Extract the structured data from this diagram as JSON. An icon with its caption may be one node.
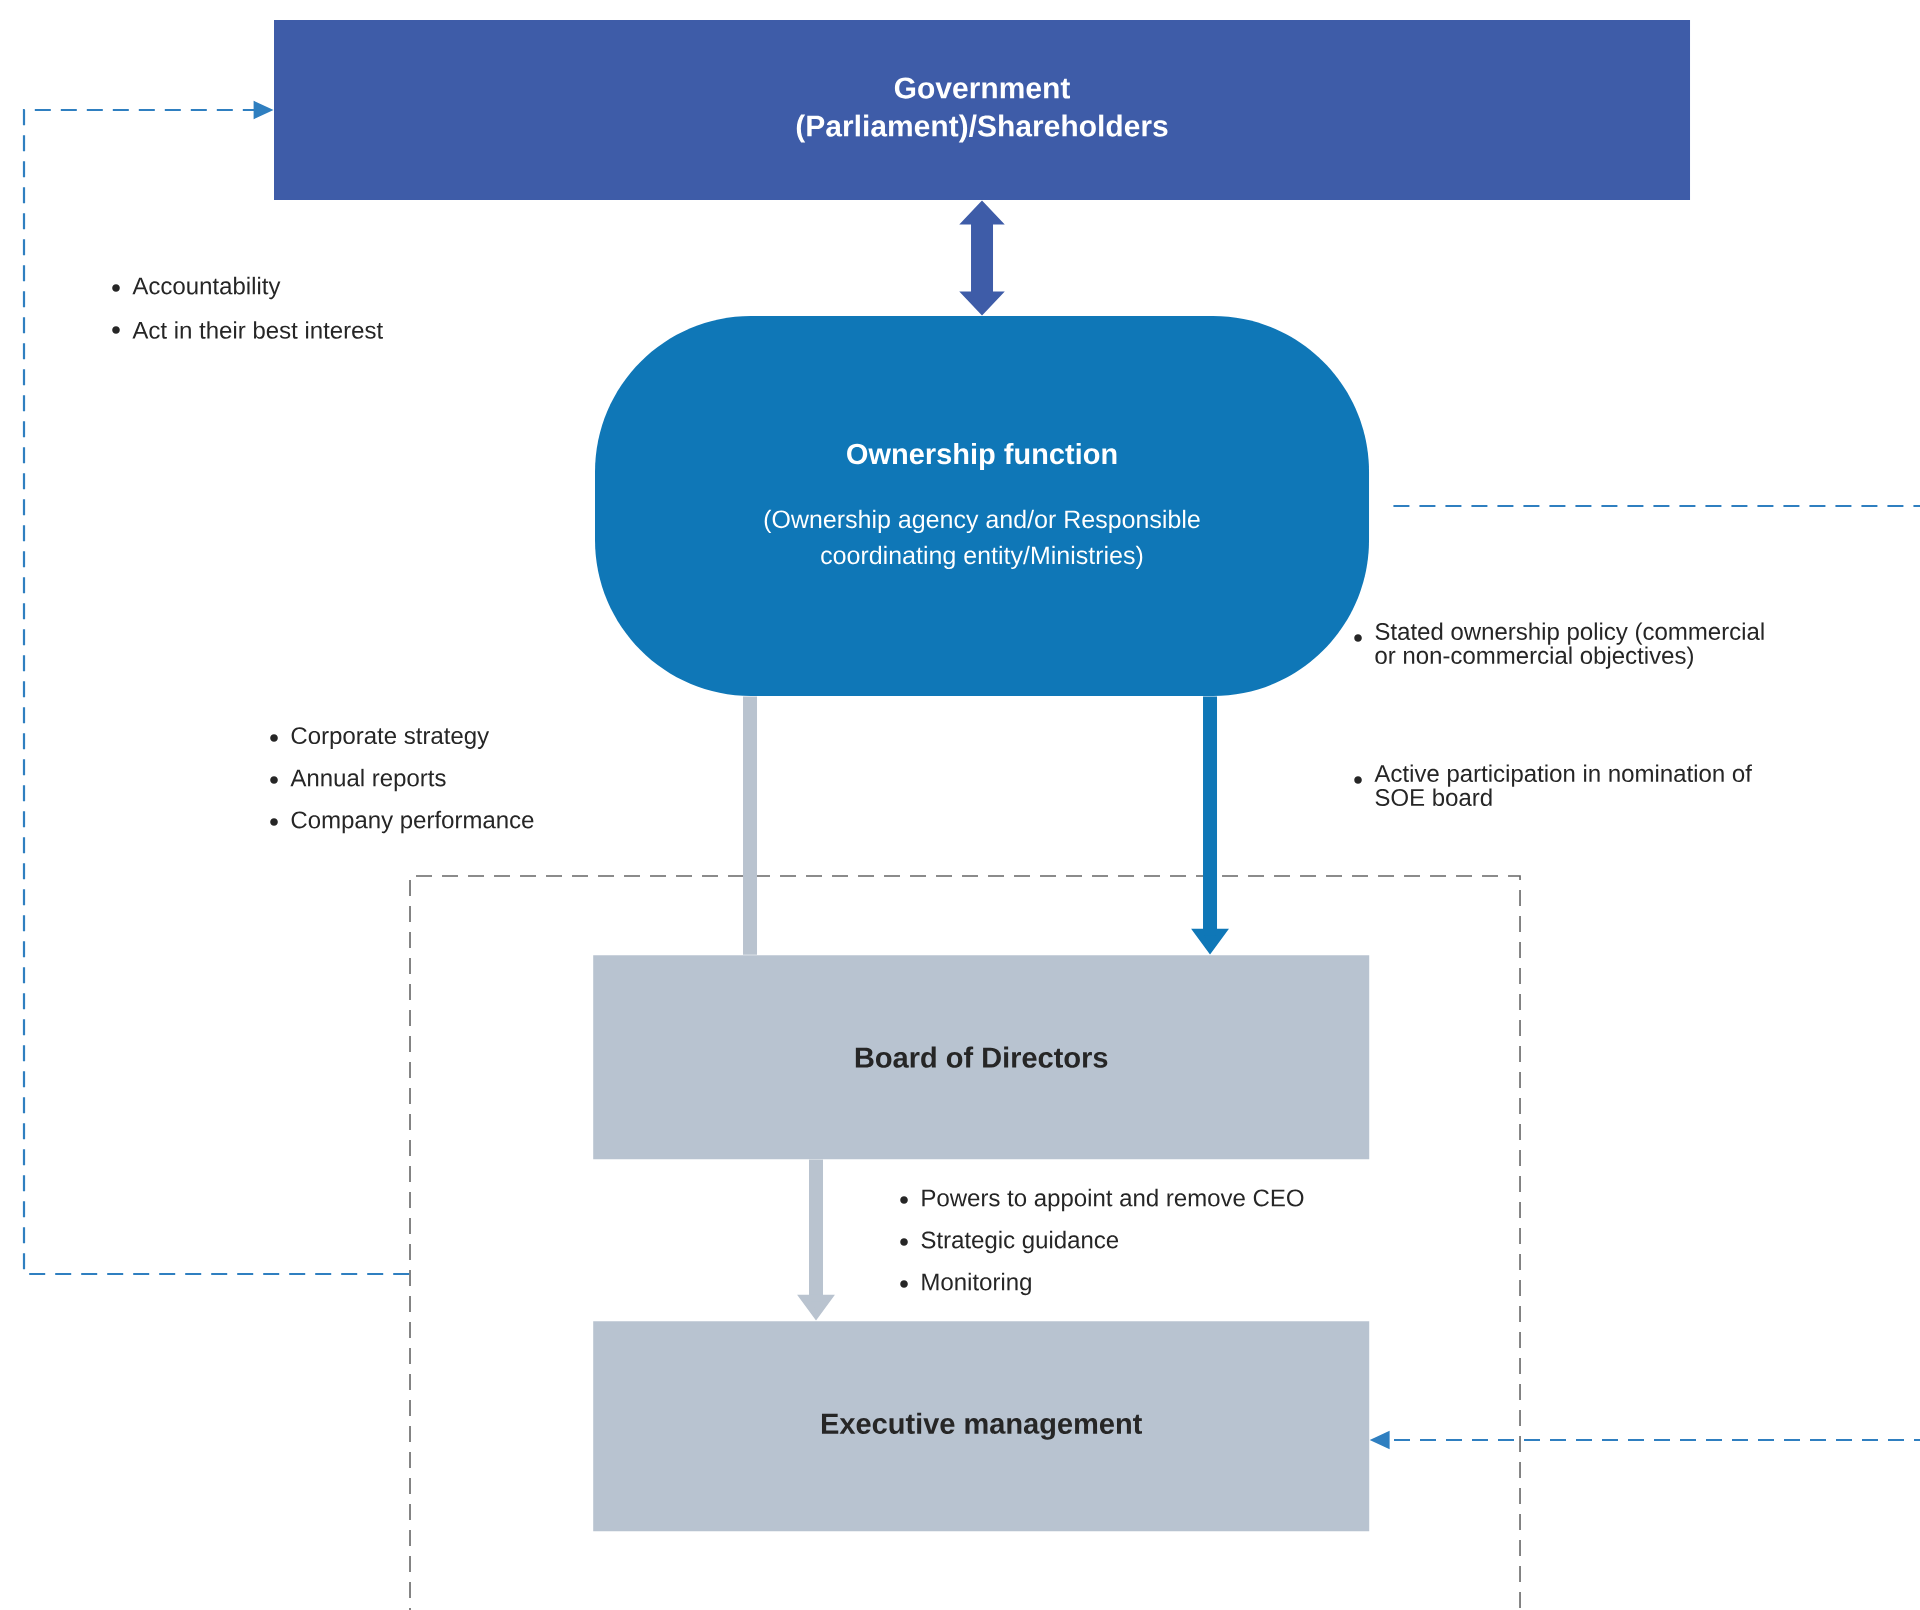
{
  "diagram": {
    "nodes": [
      {
        "text": [
          "Government (Parliament)/Shareholders"
        ]
      },
      {
        "text": [
          "Ownership function",
          "(Ownership agency and/or Responsible coordinating entity/Ministries)"
        ]
      },
      {
        "text": [],
        "shape": "box"
      },
      {
        "text": [
          "Board of Directors"
        ],
        "in": 2
      },
      {
        "text": [
          "Executive management"
        ],
        "in": 2
      }
    ],
    "edges": [
      {
        "from": 0,
        "to": 1,
        "arrow": "both",
        "color": "#3e5ca8"
      },
      {
        "from": 3,
        "to": 1,
        "arrow": "none",
        "color": "#b9c3cf"
      },
      {
        "from": 1,
        "to": 3,
        "arrow": "to",
        "color": "#0f77b7"
      },
      {
        "from": 3,
        "to": 4,
        "arrow": "to",
        "color": "#b9c3cf"
      },
      {
        "from": 2,
        "to": 0,
        "arrow": "to",
        "style": "dashed",
        "color": "#2f7fc0"
      },
      {
        "from": 1,
        "to": null,
        "arrow": "none",
        "style": "dashed",
        "color": "#2f7fc0"
      },
      {
        "from": null,
        "to": 4,
        "arrow": "to",
        "style": "dashed",
        "color": "#2f7fc0"
      }
    ],
    "labels": [
      "Accountability",
      "Act in their best interest",
      "Corporate strategy",
      "Annual reports",
      "Company performance",
      "Stated ownership policy (commercial or non-commercial objectives)",
      "Active participation in nomination of SOE board",
      "Powers to appoint and remove CEO",
      "Strategic guidance",
      "Monitoring"
    ]
  }
}
